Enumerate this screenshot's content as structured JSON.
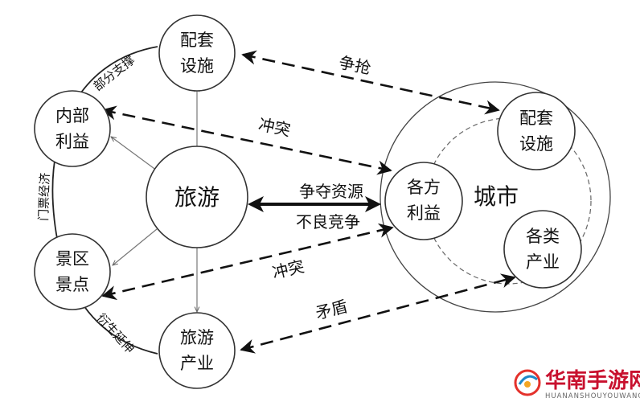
{
  "nodes": {
    "tourism": "旅游",
    "left_facilities": [
      "配套",
      "设施"
    ],
    "internal_interest": [
      "内部",
      "利益"
    ],
    "scenic_spots": [
      "景区",
      "景点"
    ],
    "tourism_industry": [
      "旅游",
      "产业"
    ],
    "city": "城市",
    "city_interests": [
      "各方",
      "利益"
    ],
    "city_facilities": [
      "配套",
      "设施"
    ],
    "city_industries": [
      "各类",
      "产业"
    ]
  },
  "edges": {
    "scramble": "争抢",
    "conflict_top": "冲突",
    "compete_resources": "争夺资源",
    "bad_competition": "不良竞争",
    "conflict_bottom": "冲突",
    "contradiction": "矛盾"
  },
  "arcs": {
    "partial_support": "部分支撑",
    "ticket_economy": "门票经济",
    "derivative_extension": "衍生延伸"
  },
  "logo": {
    "name": "华南手游网",
    "sub": "HUANANSHOUYOUWANG"
  }
}
